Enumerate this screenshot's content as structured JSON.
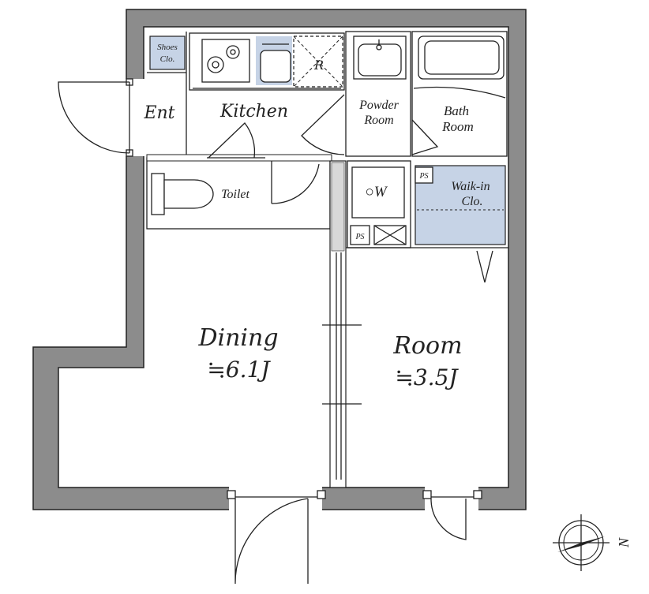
{
  "plan": {
    "rooms": {
      "entrance": "Ent",
      "kitchen": "Kitchen",
      "shoes_closet_line1": "Shoes",
      "shoes_closet_line2": "Clo.",
      "refrigerator": "R",
      "powder_room_line1": "Powder",
      "powder_room_line2": "Room",
      "bath_line1": "Bath",
      "bath_line2": "Room",
      "toilet": "Toilet",
      "washer": "○W",
      "pipe_space_1": "PS",
      "pipe_space_2": "PS",
      "walkin_line1": "Waik-in",
      "walkin_line2": "Clo.",
      "dining_name": "Dining",
      "dining_size": "≒6.1J",
      "room_name": "Room",
      "room_size": "≒3.5J"
    },
    "compass": {
      "label": "N",
      "direction": "right"
    },
    "colors": {
      "wall": "#8c8c8c",
      "closet": "#c6d3e6",
      "line": "#222222"
    }
  }
}
